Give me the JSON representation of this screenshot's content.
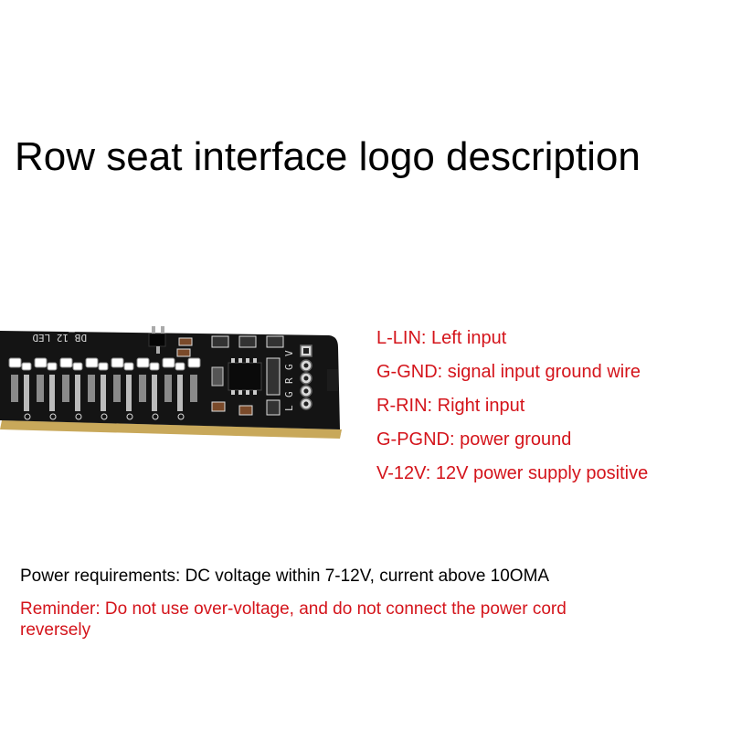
{
  "title": "Row seat interface logo description",
  "board": {
    "silkscreen_name": "DB_12 LED",
    "pin_marks": [
      "L",
      "G",
      "R",
      "G",
      "V"
    ],
    "colors": {
      "pcb": "#141414",
      "gold": "#c8a85a",
      "silkscreen": "#e6e6e6"
    }
  },
  "pins": [
    {
      "text": "L-LIN: Left input"
    },
    {
      "text": "G-GND: signal input ground wire"
    },
    {
      "text": "R-RIN: Right input"
    },
    {
      "text": "G-PGND: power ground"
    },
    {
      "text": "V-12V: 12V power supply positive"
    }
  ],
  "power_requirements": "Power requirements: DC voltage within 7-12V, current above 10OMA",
  "reminder": "Reminder: Do not use over-voltage, and do not connect the power cord reversely",
  "colors": {
    "accent": "#d4141b",
    "text": "#000000",
    "background": "#ffffff"
  }
}
